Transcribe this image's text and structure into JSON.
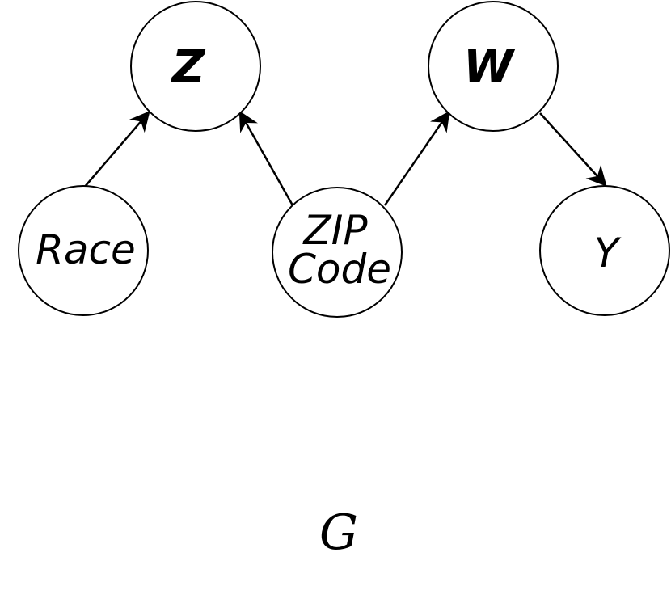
{
  "nodes": {
    "z": {
      "label": "Z"
    },
    "w": {
      "label": "W"
    },
    "race": {
      "label": "Race"
    },
    "zip": {
      "line1": "ZIP",
      "line2": "Code"
    },
    "y": {
      "label": "Y"
    }
  },
  "edges": [
    {
      "from": "race",
      "to": "z"
    },
    {
      "from": "zip",
      "to": "z"
    },
    {
      "from": "zip",
      "to": "w"
    },
    {
      "from": "w",
      "to": "y"
    }
  ],
  "graph_label": "G",
  "colors": {
    "stroke": "#000000",
    "fill": "#ffffff"
  }
}
